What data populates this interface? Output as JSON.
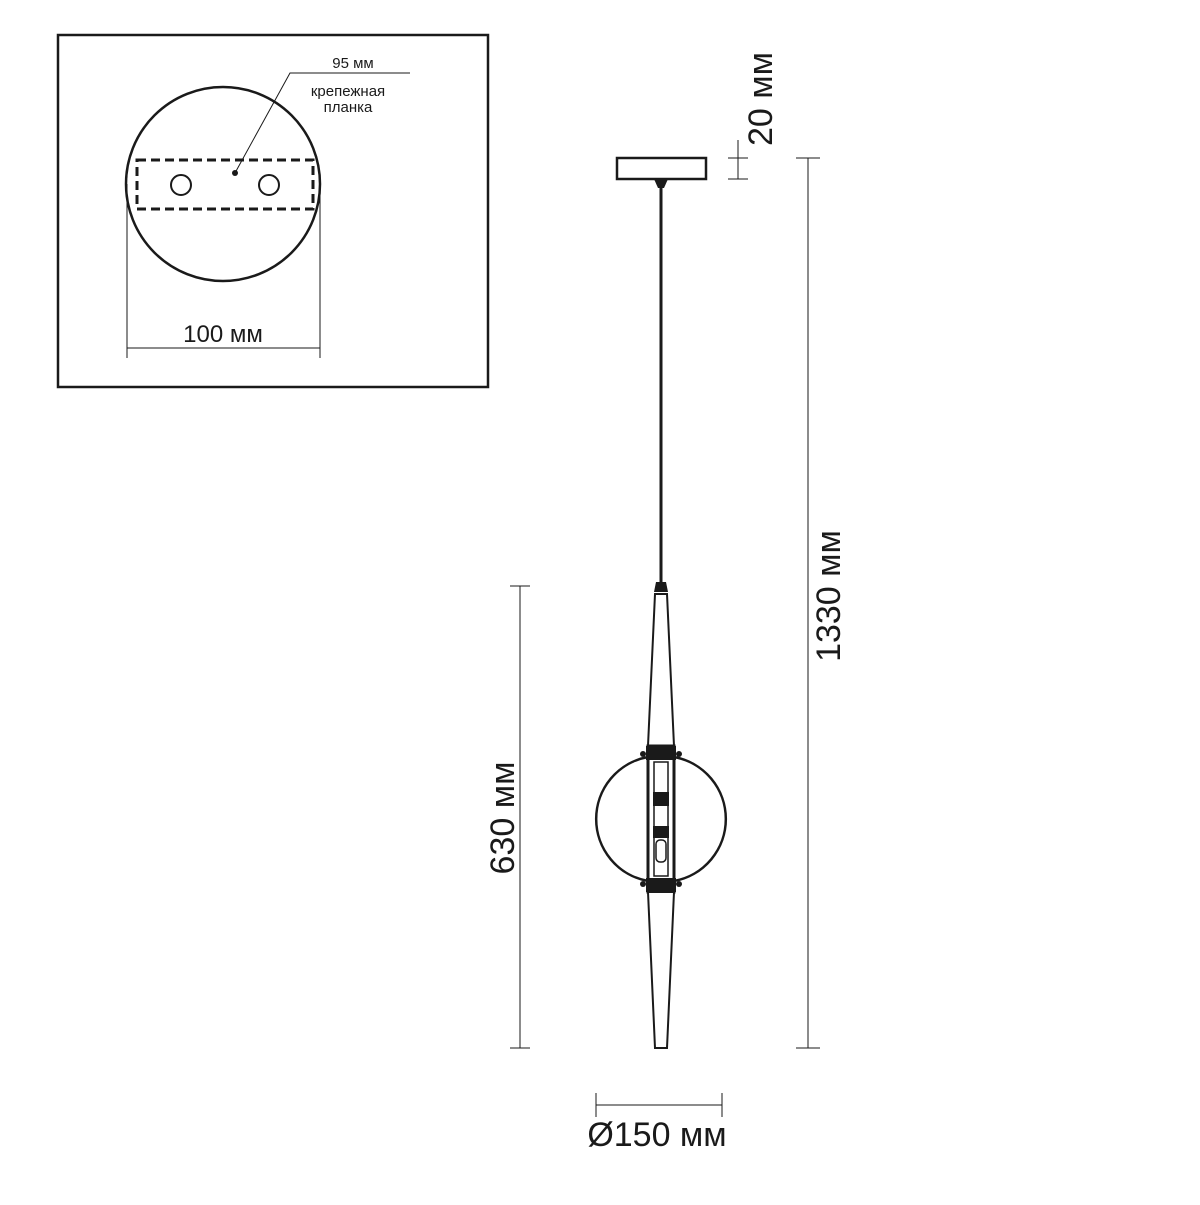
{
  "mount_plate_detail": {
    "plate_width_label": "95 мм",
    "plate_name_line1": "крепежная",
    "plate_name_line2": "планка",
    "canopy_diameter_label": "100 мм"
  },
  "dimensions": {
    "canopy_height": "20 мм",
    "total_height": "1330 мм",
    "lamp_body_height": "630 мм",
    "shade_diameter": "Ø150 мм"
  },
  "colors": {
    "line": "#1a1a1a",
    "background": "#ffffff"
  }
}
